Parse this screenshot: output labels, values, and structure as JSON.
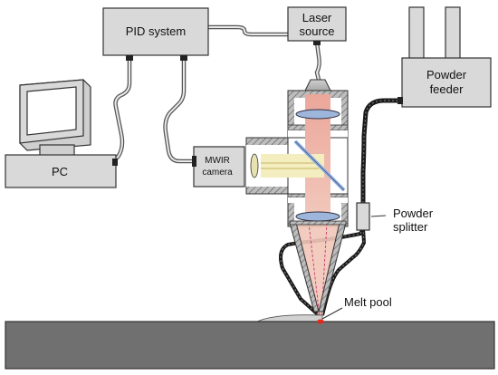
{
  "labels": {
    "pid": "PID system",
    "laser_line1": "Laser",
    "laser_line2": "source",
    "powder_feeder_line1": "Powder",
    "powder_feeder_line2": "feeder",
    "pc": "PC",
    "camera_line1": "MWIR",
    "camera_line2": "camera",
    "splitter_line1": "Powder",
    "splitter_line2": "splitter",
    "melt_pool": "Melt pool"
  },
  "colors": {
    "device_fill": "#d9d9d9",
    "device_stroke": "#333333",
    "substrate": "#707070",
    "laser_beam": "#e8a89c",
    "ir_beam": "#f3edbf",
    "lens": "#9fb6dc",
    "mirror": "#8fb3e6",
    "melt_spot": "#e02a1a"
  }
}
